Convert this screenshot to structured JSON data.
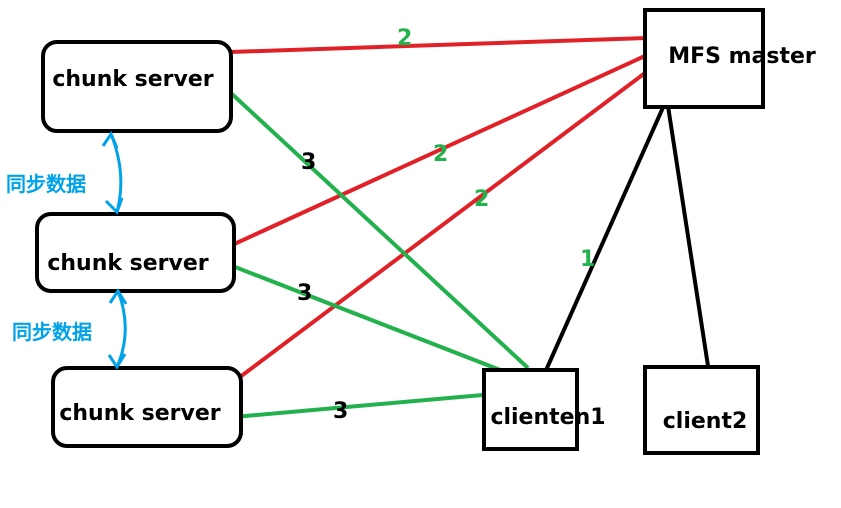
{
  "nodes": {
    "chunk1": "chunk server",
    "chunk2": "chunk server",
    "chunk3": "chunk server",
    "master": "MFS master",
    "client1": "clienten1",
    "client2": "client2"
  },
  "edge_labels": {
    "chunk1_master": "2",
    "chunk2_master": "2",
    "chunk3_master": "2",
    "client1_master": "1",
    "chunk1_client1": "3",
    "chunk2_client1": "3",
    "chunk3_client1": "3"
  },
  "sync_labels": {
    "sync_1_2": "同步数据",
    "sync_2_3": "同步数据"
  },
  "colors": {
    "red_edge": "#e02228",
    "green_edge": "#23b14d",
    "black_edge": "#000000",
    "sync_arrow": "#00a2e8",
    "green_label": "#23b14d",
    "black_label": "#000000"
  }
}
